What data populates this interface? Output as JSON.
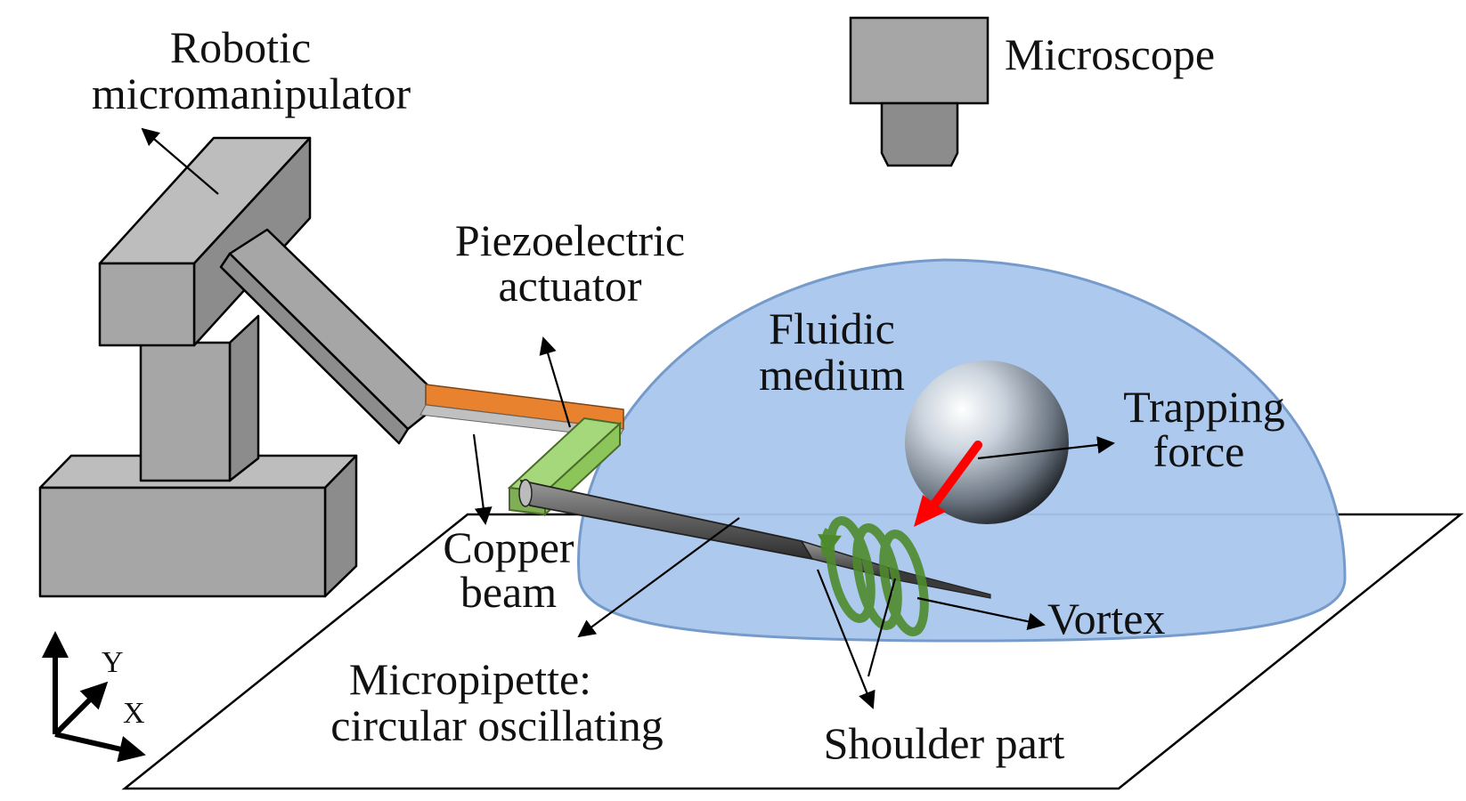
{
  "labels": {
    "robotic_line1": "Robotic",
    "robotic_line2": "micromanipulator",
    "microscope": "Microscope",
    "piezo_line1": "Piezoelectric",
    "piezo_line2": "actuator",
    "fluidic_line1": "Fluidic",
    "fluidic_line2": "medium",
    "trapping_line1": "Trapping",
    "trapping_line2": "force",
    "copper_line1": "Copper",
    "copper_line2": "beam",
    "vortex": "Vortex",
    "micropipette_line1": "Micropipette:",
    "micropipette_line2": "circular oscillating",
    "shoulder": "Shoulder part",
    "axis_y": "Y",
    "axis_x": "X"
  },
  "colors": {
    "dome": "#a9c8ee",
    "dome_edge": "#6f96c9",
    "gray_block": "#a6a6a6",
    "gray_top": "#bdbdbd",
    "gray_side": "#8c8c8c",
    "copper_beam": "#e8822f",
    "actuator": "#8cc65a",
    "vortex": "#4e8a2d",
    "trap_arrow": "#ff0000",
    "pipette": "#6e6e6e"
  }
}
